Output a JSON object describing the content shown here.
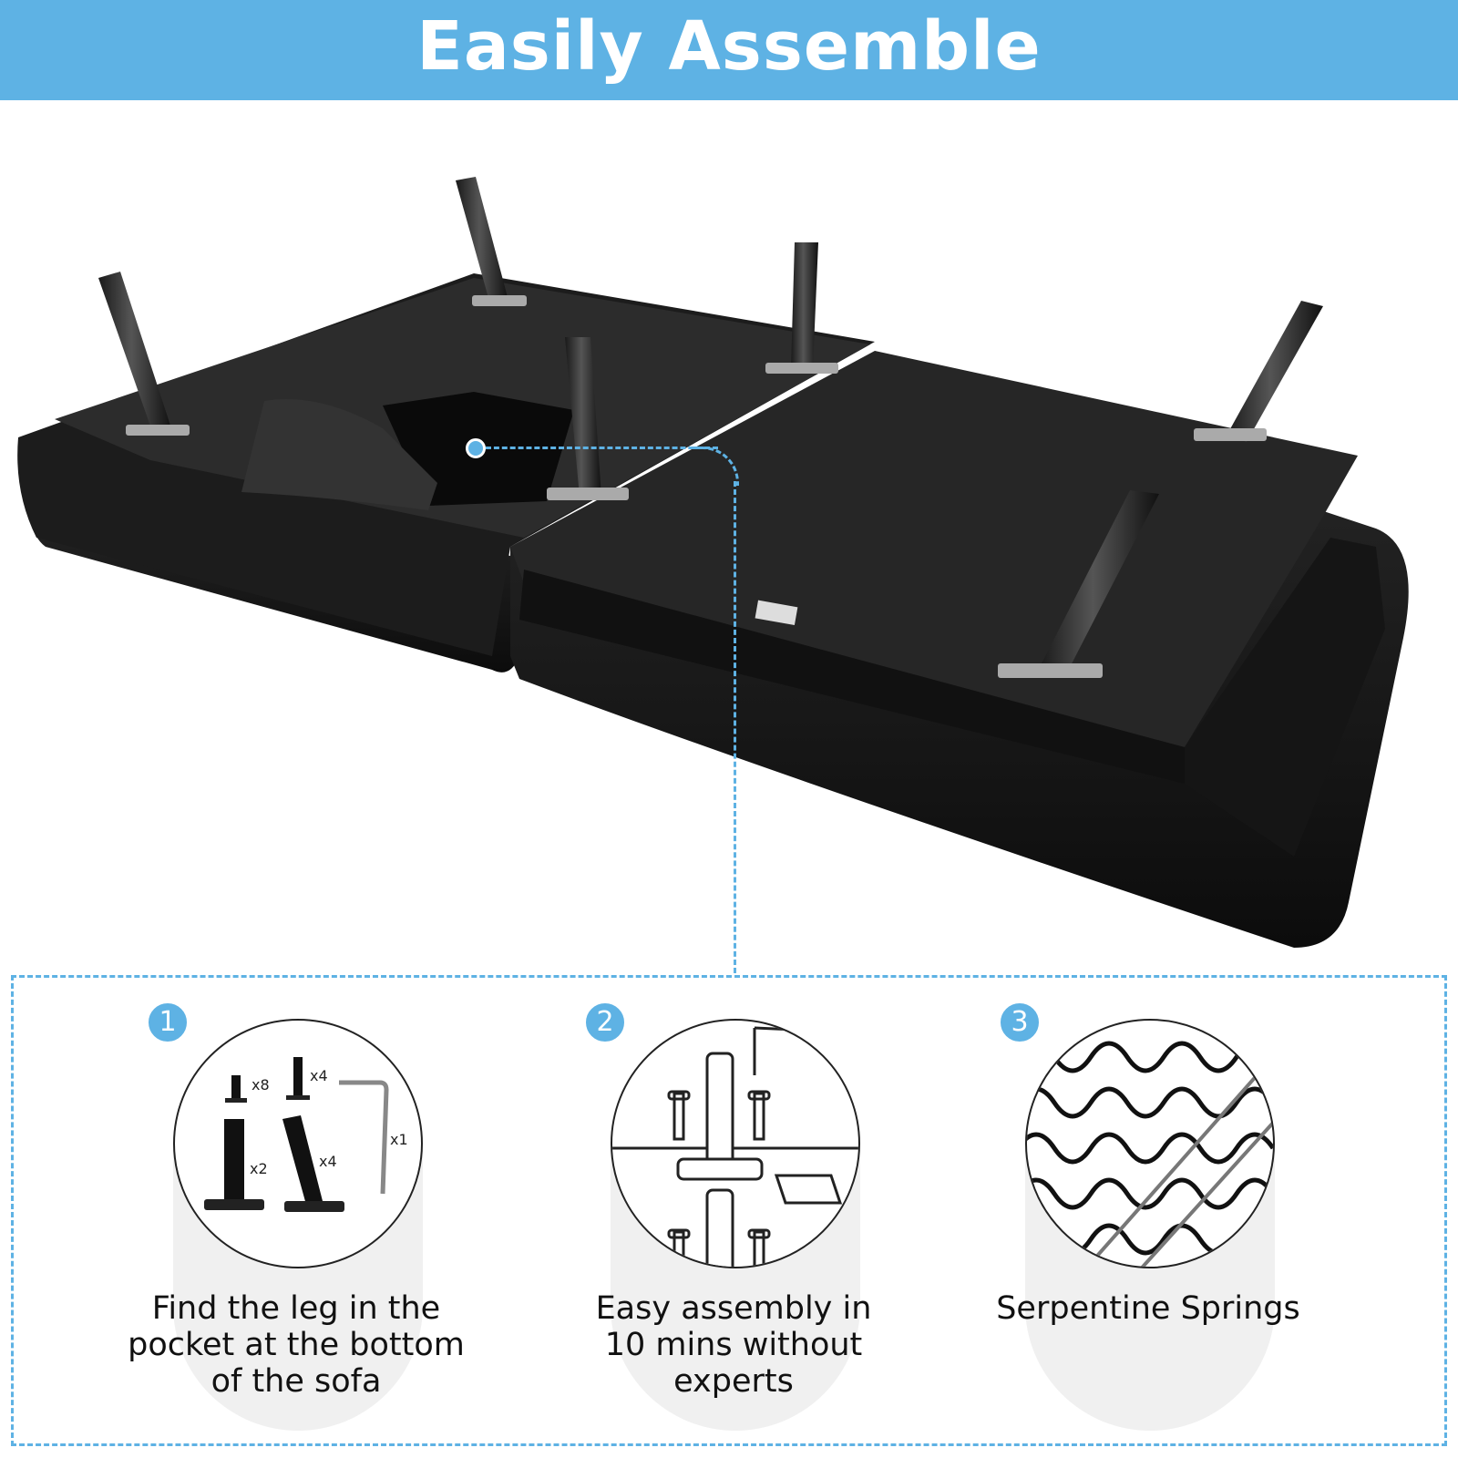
{
  "banner": {
    "title": "Easily Assemble",
    "color": "#5eb2e4"
  },
  "photo": {
    "subject": "sofa-underside-icon"
  },
  "steps": [
    {
      "number": "1",
      "caption": "Find the leg in the\npocket at the bottom\nof the sofa",
      "icon": "sofa-legs-icon",
      "quantities": [
        "x8",
        "x4",
        "x1",
        "x2",
        "x4"
      ]
    },
    {
      "number": "2",
      "caption": "Easy assembly in\n10 mins without experts",
      "icon": "leg-assembly-icon"
    },
    {
      "number": "3",
      "caption": "Serpentine Springs",
      "icon": "serpentine-spring-icon"
    }
  ]
}
